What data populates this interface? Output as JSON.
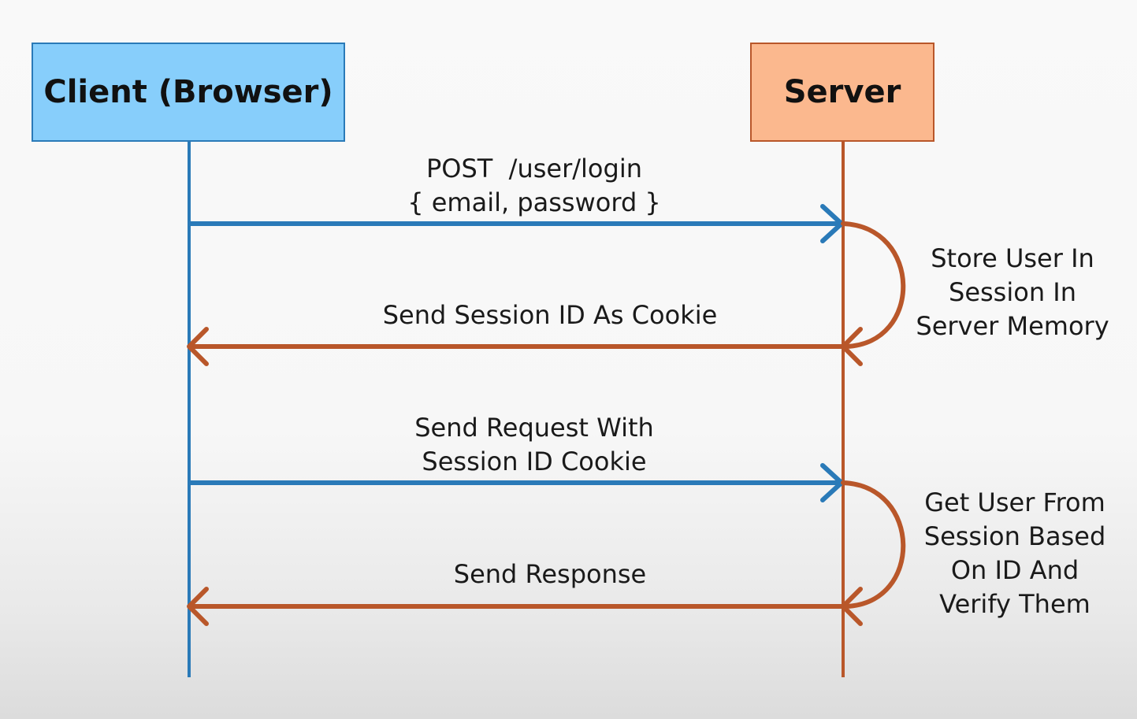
{
  "colors": {
    "client_fill": "#87cefb",
    "client_line": "#2a7ab8",
    "server_fill": "#fbb88e",
    "server_line": "#b9572a"
  },
  "actors": {
    "client": "Client (Browser)",
    "server": "Server"
  },
  "messages": [
    {
      "direction": "to-server",
      "lines": [
        "POST  /user/login",
        "{ email, password }"
      ]
    },
    {
      "direction": "to-client",
      "lines": [
        "Send Session ID As Cookie"
      ]
    },
    {
      "direction": "to-server",
      "lines": [
        "Send Request With",
        "Session ID Cookie"
      ]
    },
    {
      "direction": "to-client",
      "lines": [
        "Send Response"
      ]
    }
  ],
  "notes": [
    {
      "lines": [
        "Store User In",
        "Session In",
        "Server Memory"
      ]
    },
    {
      "lines": [
        "Get User From",
        "Session Based",
        "On ID And",
        "Verify Them"
      ]
    }
  ]
}
